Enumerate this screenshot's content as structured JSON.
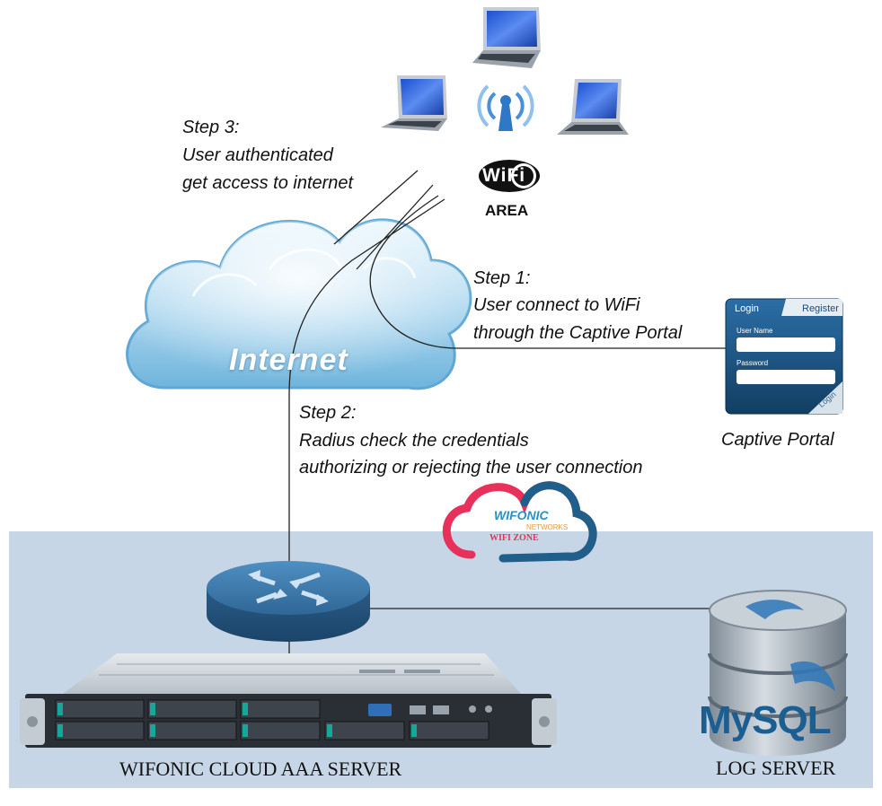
{
  "steps": {
    "step3": {
      "title": "Step 3:",
      "line1": "User authenticated",
      "line2": "get access to internet"
    },
    "step1": {
      "title": "Step 1:",
      "line1": "User connect to WiFi",
      "line2": "through the Captive Portal"
    },
    "step2": {
      "title": "Step 2:",
      "line1": "Radius check the credentials",
      "line2": "authorizing or rejecting the user connection"
    }
  },
  "cloud": {
    "label": "Internet"
  },
  "wifi_badge": {
    "logo": "WiFi",
    "area": "AREA"
  },
  "captive_portal": {
    "caption": "Captive Portal",
    "tab_login": "Login",
    "tab_register": "Register",
    "username_label": "User Name",
    "password_label": "Password",
    "corner_label": "Login"
  },
  "brand": {
    "name": "WIFONIC",
    "sub": "NETWORKS",
    "zone": "WIFI ZONE"
  },
  "server": {
    "caption": "WIFONIC CLOUD AAA SERVER"
  },
  "log_server": {
    "caption": "LOG SERVER",
    "db_logo": "MySQL"
  },
  "colors": {
    "network_band": "#c6d6e6",
    "cloud": "#a9d5ee",
    "router": "#2f6796",
    "brand_pink": "#e8315a",
    "brand_blue": "#1f5f8a"
  },
  "icons": [
    "laptop-icon",
    "wifi-antenna-icon",
    "router-icon",
    "server-rack-icon",
    "database-icon"
  ]
}
